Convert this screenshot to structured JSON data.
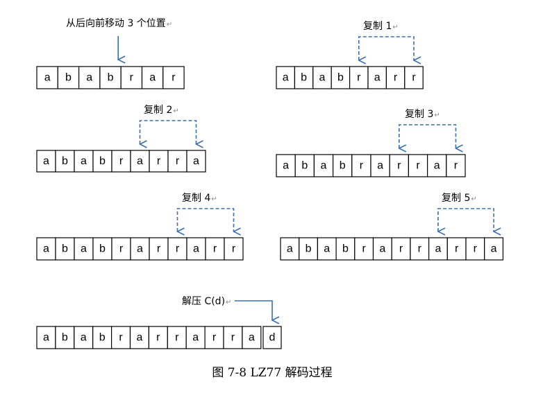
{
  "colors": {
    "arrow": "#3a6fb0",
    "box_stroke": "#000000",
    "text": "#000000"
  },
  "return_mark": "↵",
  "panels": [
    {
      "cells": [
        "a",
        "b",
        "a",
        "b",
        "r",
        "a",
        "r"
      ],
      "label": "从后向前移动 3 个位置",
      "arrow": "down"
    },
    {
      "cells": [
        "a",
        "b",
        "a",
        "b",
        "r",
        "a",
        "r",
        "r"
      ],
      "label": "复制 1",
      "arrow": "bracket"
    },
    {
      "cells": [
        "a",
        "b",
        "a",
        "b",
        "r",
        "a",
        "r",
        "r",
        "a"
      ],
      "label": "复制 2",
      "arrow": "bracket"
    },
    {
      "cells": [
        "a",
        "b",
        "a",
        "b",
        "r",
        "a",
        "r",
        "r",
        "a",
        "r"
      ],
      "label": "复制 3",
      "arrow": "bracket"
    },
    {
      "cells": [
        "a",
        "b",
        "a",
        "b",
        "r",
        "a",
        "r",
        "r",
        "a",
        "r",
        "r"
      ],
      "label": "复制 4",
      "arrow": "bracket"
    },
    {
      "cells": [
        "a",
        "b",
        "a",
        "b",
        "r",
        "a",
        "r",
        "r",
        "a",
        "r",
        "r",
        "a"
      ],
      "label": "复制 5",
      "arrow": "bracket"
    },
    {
      "cells": [
        "a",
        "b",
        "a",
        "b",
        "r",
        "a",
        "r",
        "r",
        "a",
        "r",
        "r",
        "a"
      ],
      "label": "解压 C(d)",
      "arrow": "elbow",
      "extra_cell": "d"
    }
  ],
  "caption": "图 7-8    LZ77 解码过程"
}
